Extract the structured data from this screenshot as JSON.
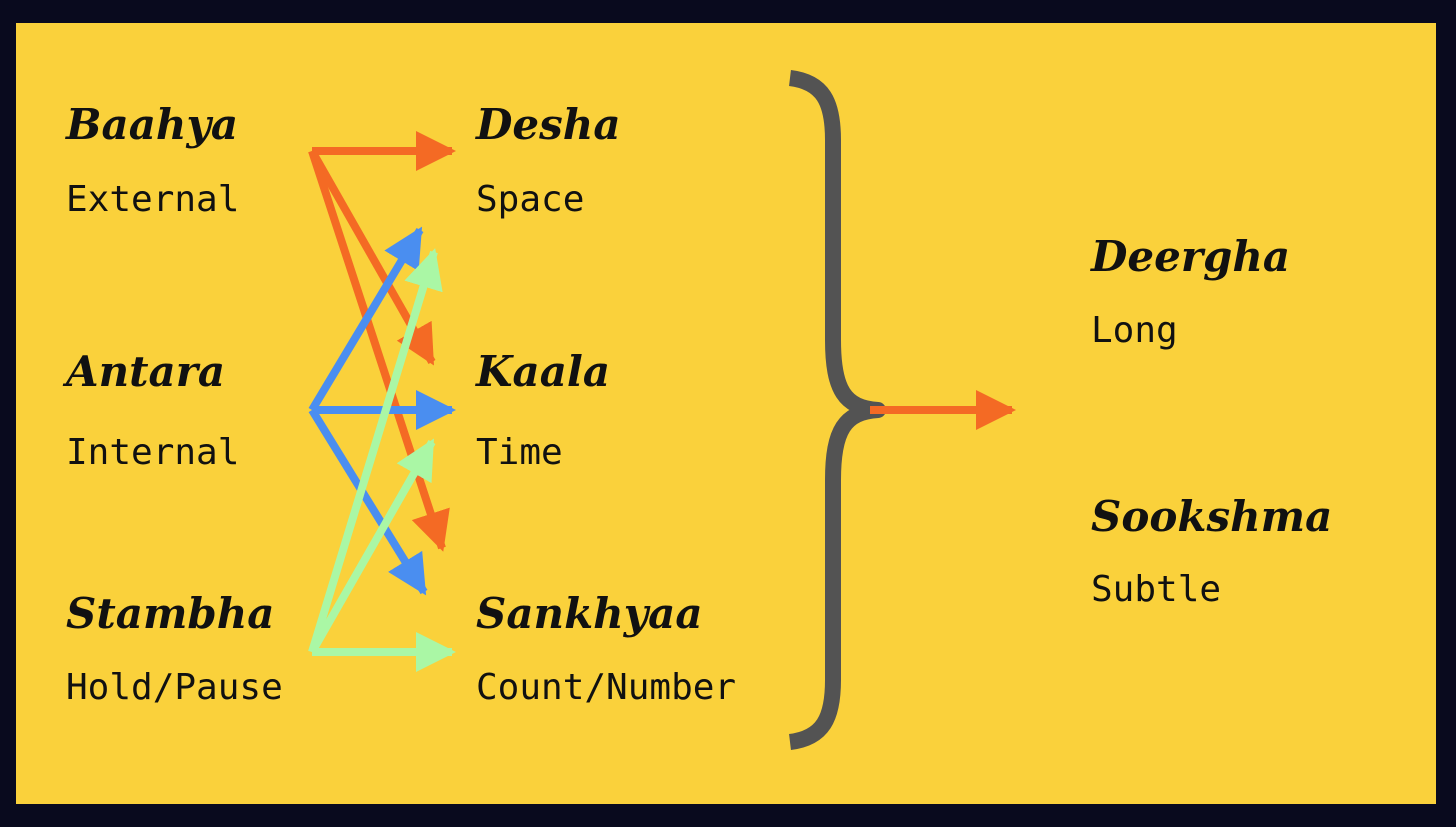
{
  "colors": {
    "background": "#fad13b",
    "frame": "#090a1e",
    "text": "#111111",
    "orange_arrow": "#f46a24",
    "blue_arrow": "#4a8ef0",
    "green_arrow": "#aaf7a5",
    "brace": "#535353"
  },
  "sources": [
    {
      "term": "Baahya",
      "meaning": "External"
    },
    {
      "term": "Antara",
      "meaning": "Internal"
    },
    {
      "term": "Stambha",
      "meaning": "Hold/Pause"
    }
  ],
  "factors": [
    {
      "term": "Desha",
      "meaning": "Space"
    },
    {
      "term": "Kaala",
      "meaning": "Time"
    },
    {
      "term": "Sankhyaa",
      "meaning": "Count/Number"
    }
  ],
  "results": [
    {
      "term": "Deergha",
      "meaning": "Long"
    },
    {
      "term": "Sookshma",
      "meaning": "Subtle"
    }
  ],
  "connections": [
    {
      "from": "Baahya",
      "to": "Desha",
      "color": "orange"
    },
    {
      "from": "Baahya",
      "to": "Kaala",
      "color": "orange"
    },
    {
      "from": "Baahya",
      "to": "Sankhyaa",
      "color": "orange"
    },
    {
      "from": "Antara",
      "to": "Desha",
      "color": "blue"
    },
    {
      "from": "Antara",
      "to": "Kaala",
      "color": "blue"
    },
    {
      "from": "Antara",
      "to": "Sankhyaa",
      "color": "blue"
    },
    {
      "from": "Stambha",
      "to": "Desha",
      "color": "green"
    },
    {
      "from": "Stambha",
      "to": "Kaala",
      "color": "green"
    },
    {
      "from": "Stambha",
      "to": "Sankhyaa",
      "color": "green"
    },
    {
      "from": "brace",
      "to": "results",
      "color": "orange"
    }
  ]
}
